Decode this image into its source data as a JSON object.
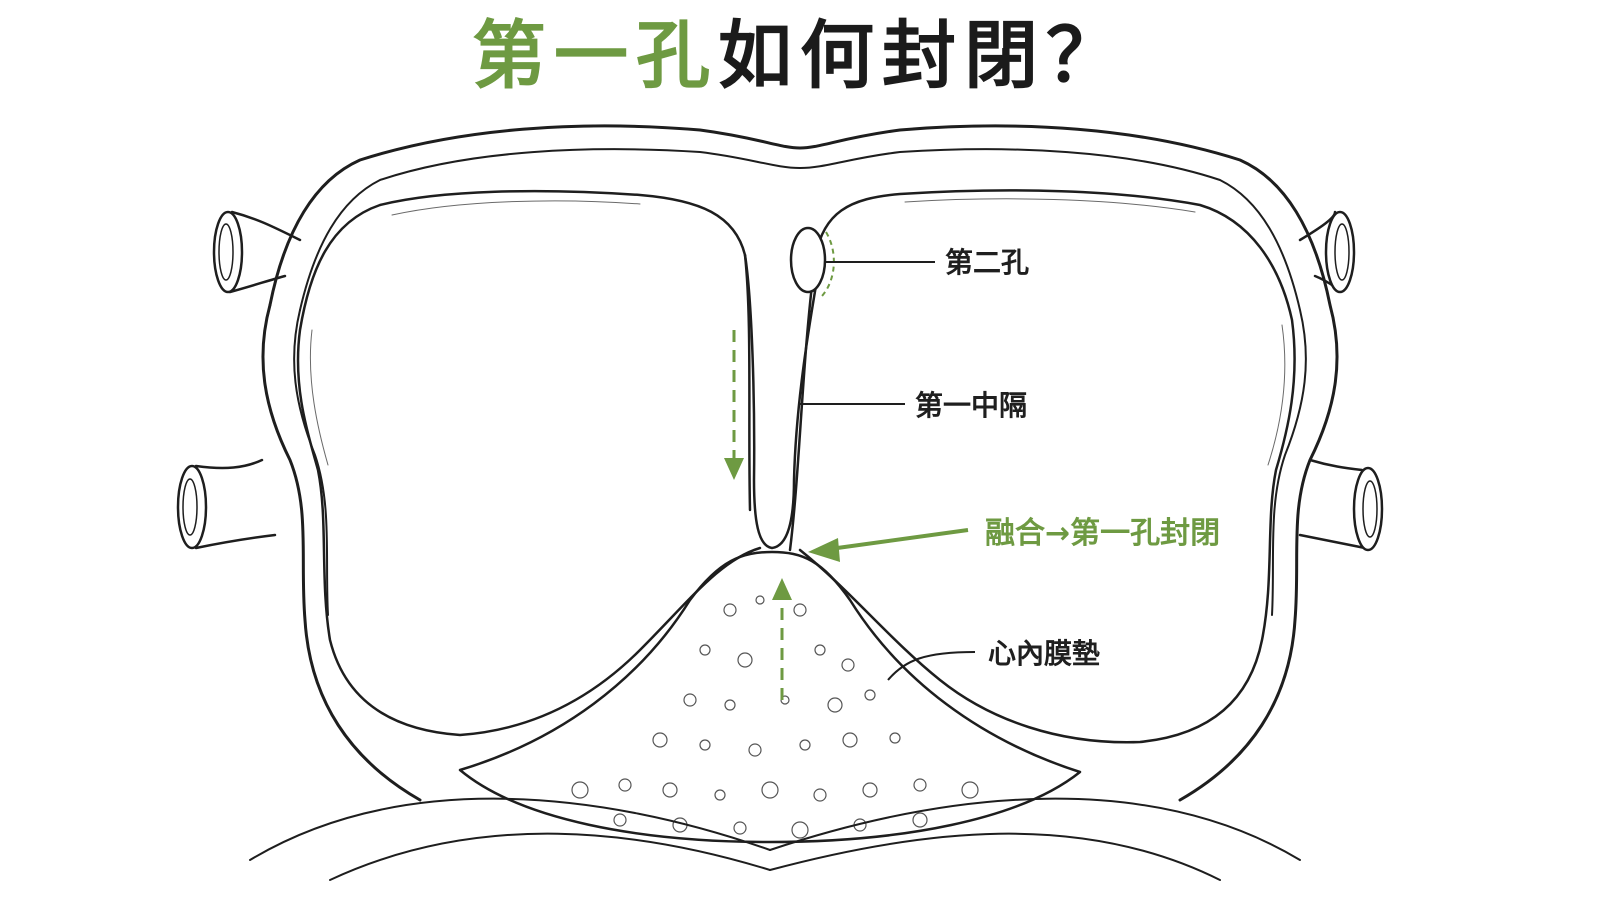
{
  "title": {
    "accent_part": "第一孔",
    "rest_part": "如何封閉？"
  },
  "labels": {
    "foramen_secundum": "第二孔",
    "septum_primum": "第一中隔",
    "fusion": "融合→第一孔封閉",
    "endocardial_cushion": "心內膜墊"
  },
  "colors": {
    "accent": "#6e9a42",
    "ink": "#1e1e1e",
    "background": "#ffffff"
  }
}
